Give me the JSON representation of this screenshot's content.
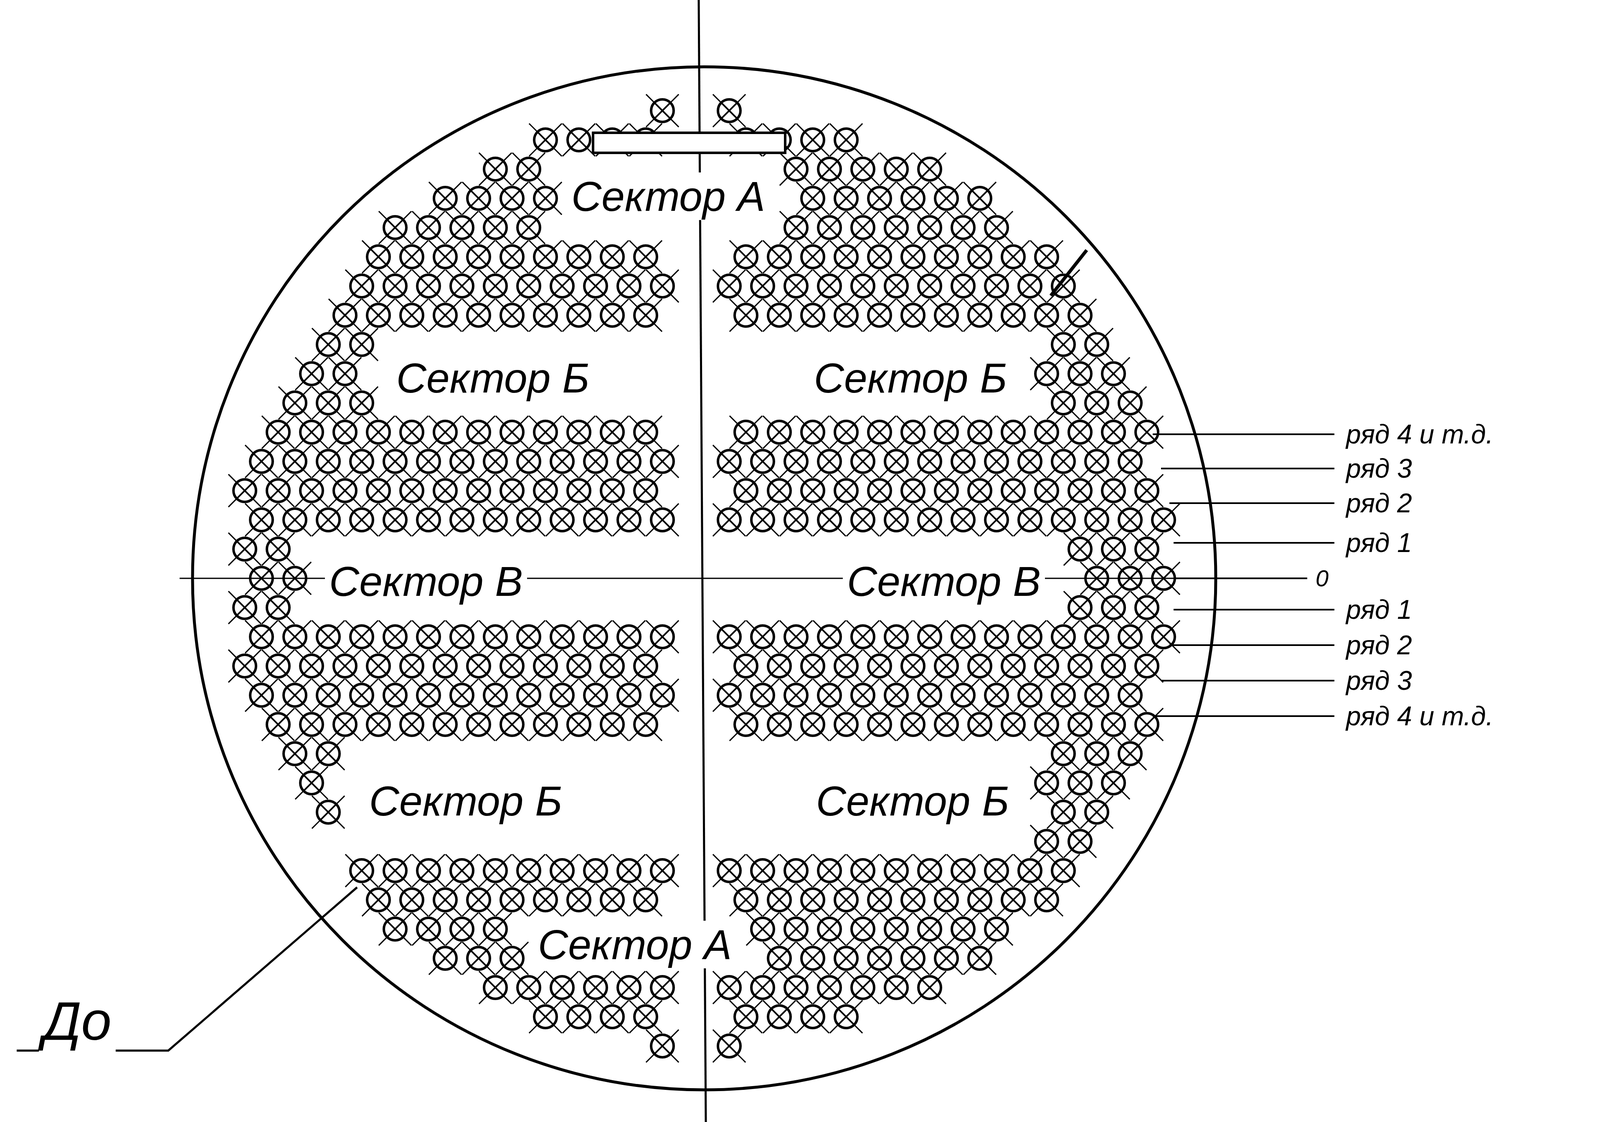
{
  "diagram": {
    "labels": [
      "Сектор А",
      "Сектор Б",
      "Сектор Б",
      "ряд 4 и т.д.",
      "ряд 3",
      "ряд 2",
      "ряд 1",
      "0",
      "Сектор В",
      "Сектор В",
      "ряд 1",
      "ряд 2",
      "ряд 3",
      "ряд 4 и т.д.",
      "Сектор Б",
      "Сектор Б",
      "Сектор А",
      "До"
    ]
  }
}
